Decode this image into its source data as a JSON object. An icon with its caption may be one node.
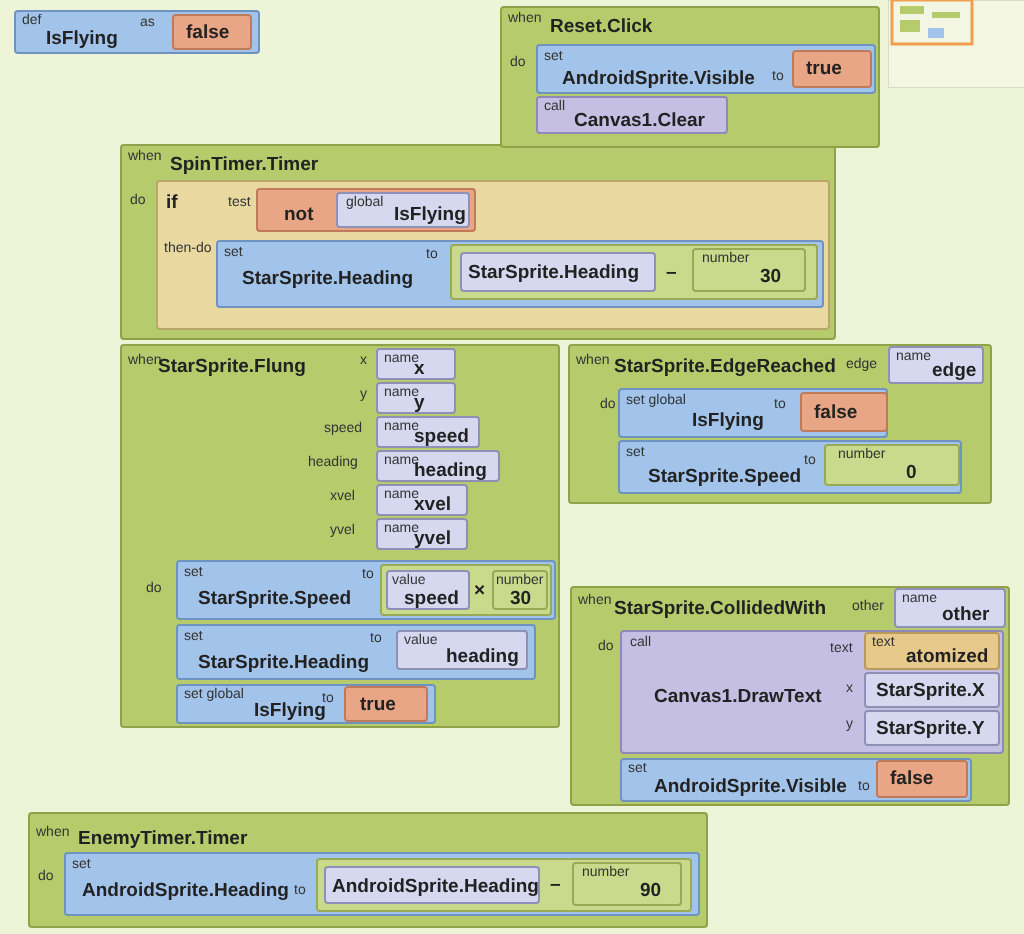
{
  "diagram": {
    "nodes": [
      {
        "text": [
          "def",
          "IsFlying",
          "as"
        ]
      },
      {
        "text": [
          "false"
        ],
        "in": 0
      },
      {
        "text": [
          "when",
          "SpinTimer.Timer",
          "do"
        ]
      },
      {
        "text": [
          "if",
          "test",
          "then-do"
        ],
        "in": 2
      },
      {
        "text": [
          "not"
        ],
        "in": 3
      },
      {
        "text": [
          "global",
          "IsFlying"
        ],
        "in": 4
      },
      {
        "text": [
          "set",
          "StarSprite.Heading",
          "to"
        ],
        "in": 3
      },
      {
        "text": [
          "–"
        ],
        "in": 6
      },
      {
        "text": [
          "StarSprite.Heading"
        ],
        "in": 7
      },
      {
        "text": [
          "number",
          "30"
        ],
        "in": 7
      },
      {
        "text": [
          "when",
          "Reset.Click",
          "do"
        ]
      },
      {
        "text": [
          "set",
          "AndroidSprite.Visible",
          "to"
        ],
        "in": 10
      },
      {
        "text": [
          "true"
        ],
        "in": 11
      },
      {
        "text": [
          "call",
          "Canvas1.Clear"
        ],
        "in": 10
      },
      {
        "text": [
          "when",
          "StarSprite.Flung",
          "x",
          "y",
          "speed",
          "heading",
          "xvel",
          "yvel",
          "do"
        ]
      },
      {
        "text": [
          "name",
          "x"
        ],
        "in": 14
      },
      {
        "text": [
          "name",
          "y"
        ],
        "in": 14
      },
      {
        "text": [
          "name",
          "speed"
        ],
        "in": 14
      },
      {
        "text": [
          "name",
          "heading"
        ],
        "in": 14
      },
      {
        "text": [
          "name",
          "xvel"
        ],
        "in": 14
      },
      {
        "text": [
          "name",
          "yvel"
        ],
        "in": 14
      },
      {
        "text": [
          "set",
          "StarSprite.Speed",
          "to"
        ],
        "in": 14
      },
      {
        "text": [
          "×"
        ],
        "in": 21
      },
      {
        "text": [
          "value",
          "speed"
        ],
        "in": 22
      },
      {
        "text": [
          "number",
          "30"
        ],
        "in": 22
      },
      {
        "text": [
          "set",
          "StarSprite.Heading",
          "to"
        ],
        "in": 14
      },
      {
        "text": [
          "value",
          "heading"
        ],
        "in": 25
      },
      {
        "text": [
          "set global",
          "IsFlying",
          "to"
        ],
        "in": 14
      },
      {
        "text": [
          "true"
        ],
        "in": 27
      },
      {
        "text": [
          "when",
          "StarSprite.EdgeReached",
          "edge",
          "do"
        ]
      },
      {
        "text": [
          "name",
          "edge"
        ],
        "in": 29
      },
      {
        "text": [
          "set global",
          "IsFlying",
          "to"
        ],
        "in": 29
      },
      {
        "text": [
          "false"
        ],
        "in": 31
      },
      {
        "text": [
          "set",
          "StarSprite.Speed",
          "to"
        ],
        "in": 29
      },
      {
        "text": [
          "number",
          "0"
        ],
        "in": 33
      },
      {
        "text": [
          "when",
          "StarSprite.CollidedWith",
          "other",
          "do"
        ]
      },
      {
        "text": [
          "name",
          "other"
        ],
        "in": 35
      },
      {
        "text": [
          "call",
          "Canvas1.DrawText",
          "text",
          "x",
          "y"
        ],
        "in": 35
      },
      {
        "text": [
          "text",
          "atomized"
        ],
        "in": 37
      },
      {
        "text": [
          "StarSprite.X"
        ],
        "in": 37
      },
      {
        "text": [
          "StarSprite.Y"
        ],
        "in": 37
      },
      {
        "text": [
          "set",
          "AndroidSprite.Visible",
          "to"
        ],
        "in": 35
      },
      {
        "text": [
          "false"
        ],
        "in": 41
      },
      {
        "text": [
          "when",
          "EnemyTimer.Timer",
          "do"
        ]
      },
      {
        "text": [
          "set",
          "AndroidSprite.Heading",
          "to"
        ],
        "in": 43
      },
      {
        "text": [
          "–"
        ],
        "in": 44
      },
      {
        "text": [
          "AndroidSprite.Heading"
        ],
        "in": 45
      },
      {
        "text": [
          "number",
          "90"
        ],
        "in": 45
      }
    ]
  }
}
